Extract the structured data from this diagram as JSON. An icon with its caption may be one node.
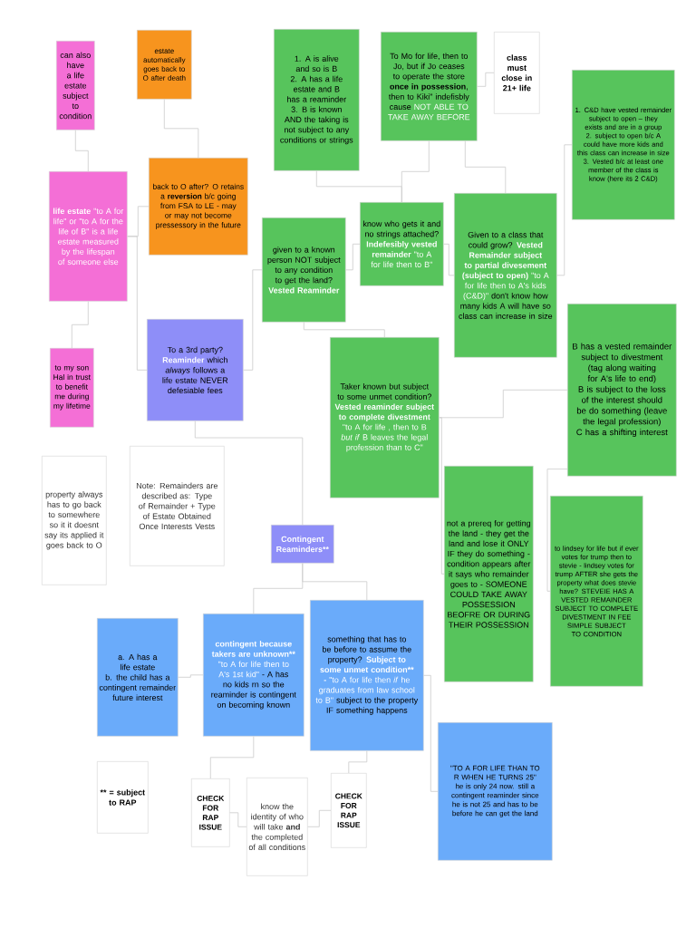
{
  "diagram": {
    "nodes": [
      {
        "text": [
          "can also have a life estate subject to condition"
        ]
      },
      {
        "text": [
          "estate automatically goes back to O after death"
        ]
      },
      {
        "text": [
          "1. A is alive and so is B",
          "2. A has a life estate and B has a reaminder",
          "3. B is known AND the taking is not subject to any conditions or strings"
        ]
      },
      {
        "text": [
          "To Mo for life, then to Jo, but if Jo ceases to operate the store **once in possession**, then to Kiki\" indefisbly cause",
          "NOT ABLE TO TAKE AWAY BEFORE"
        ]
      },
      {
        "text": [
          "class must close in 21+ life"
        ]
      },
      {
        "text": [
          "1. C&D have vested remainder subject to open – they exists and are in a group",
          "2. subject to open b/c A could have more kids and this class can increase in size",
          "3. Vested b/c at least one member of the class is know (here its 2 C&D)"
        ]
      },
      {
        "text": [
          "**life estate** \"to A for life\" or \"to A for the life of B\" is a life estate measured by the lifespan of someone else"
        ]
      },
      {
        "text": [
          "back to O after? O retains a **reversion** b/c going from FSA to LE - may or may not become pressessory in the future"
        ]
      },
      {
        "text": [
          "given to a known person NOT subject to any condition to get the land?",
          "Vested Reaminder"
        ]
      },
      {
        "text": [
          "know who gets it and no strings attached?",
          "Indefesibly vested remainder",
          "\"to A for life then to B\""
        ]
      },
      {
        "text": [
          "Given to a class that could grow?",
          "Vested Remainder subject to partial divesement (subject to open)",
          "\"to A for life then to A's kids (C&D)\"",
          "don't know how many kids A will have so class can increase in size"
        ]
      },
      {
        "text": [
          "To a 3rd party?",
          "Reaminder",
          "which *always* follows a life estate NEVER defesiable fees"
        ]
      },
      {
        "text": [
          "Taker known but subject to some unmet condition?",
          "Vested reaminder subject to complete divestment",
          "\"to A for life , then to B *but if* B leaves the legal profession than to C\""
        ]
      },
      {
        "text": [
          "B has a vested remainder subject to divestment (tag along waiting for A's life to end)",
          "B is subject to the loss of the interest should be do something (leave the legal profession)",
          "C has a shifting interest"
        ]
      },
      {
        "text": [
          "to my son Hal in trust to benefit me during my lifetime"
        ]
      },
      {
        "text": [
          "property always has to go back to somewhere so it it doesnt say its applied it goes back to O"
        ]
      },
      {
        "text": [
          "Note: Remainders are described as: Type of Remainder + Type of Estate Obtained Once Interests Vests"
        ]
      },
      {
        "text": [
          "Contingent Reaminders**"
        ]
      },
      {
        "text": [
          "not a prereq for getting the land - they get the land and lose it ONLY IF they do something - condition appears after it says who remainder goes to - SOMEONE COULD TAKE AWAY POSSESSION BEOFRE OR DURING THEIR POSSESSION"
        ]
      },
      {
        "text": [
          "to lindsey for life but if ever votes for trump then to stevie - lindsey votes for trump AFTER she gets the property what does stevie have? STEVEIE HAS A VESTED REMAINDER SUBJECT TO COMPLETE DIVESTMENT IN FEE SIMPLE SUBJECT TO CONDITION"
        ]
      },
      {
        "text": [
          "a. A has a life estate",
          "b. the child has a contingent remainder future interest"
        ]
      },
      {
        "text": [
          "contingent because takers are unknown**",
          "\"to A for life then to A's 1st kid\"",
          "- A has no kids rn so the reaminder is contingent on becoming known"
        ]
      },
      {
        "text": [
          "something that has to be before to assume the property?",
          "Subject to some unmet condition** -",
          "\"to A for life then *if* he graduates from law school to B\"",
          "subject to the property IF something happens"
        ]
      },
      {
        "text": [
          "** = subject to RAP"
        ]
      },
      {
        "text": [
          "CHECK FOR RAP ISSUE"
        ]
      },
      {
        "text": [
          "know the identity of who will take **and** the completed of all conditions"
        ]
      },
      {
        "text": [
          "CHECK FOR RAP ISSUE"
        ]
      },
      {
        "text": [
          "\"TO A FOR LIFE THAN TO R WHEN HE TURNS 25\" he is only 24 now. still a contingent reaminder since he is not 25 and has to be before he can get the land"
        ]
      }
    ],
    "edges": [
      {
        "from": 0,
        "to": 6,
        "arrow": "none"
      },
      {
        "from": 1,
        "to": 7,
        "arrow": "none"
      },
      {
        "from": 6,
        "to": 7,
        "arrow": "none"
      },
      {
        "from": 6,
        "to": 14,
        "arrow": "none"
      },
      {
        "from": 6,
        "to": 11,
        "arrow": "none"
      },
      {
        "from": 8,
        "to": 11,
        "arrow": "none"
      },
      {
        "from": 8,
        "to": 9,
        "arrow": "none"
      },
      {
        "from": 2,
        "to": 9,
        "arrow": "none"
      },
      {
        "from": 3,
        "to": 9,
        "arrow": "none"
      },
      {
        "from": 3,
        "to": 10,
        "arrow": "none"
      },
      {
        "from": 3,
        "to": 4,
        "arrow": "none"
      },
      {
        "from": 9,
        "to": 10,
        "arrow": "none"
      },
      {
        "from": 10,
        "to": 5,
        "arrow": "none"
      },
      {
        "from": 8,
        "to": 12,
        "arrow": "none"
      },
      {
        "from": 12,
        "to": 13,
        "arrow": "none"
      },
      {
        "from": 12,
        "to": 18,
        "arrow": "none"
      },
      {
        "from": 13,
        "to": 19,
        "arrow": "none"
      },
      {
        "from": 11,
        "to": 17,
        "arrow": "none"
      },
      {
        "from": 17,
        "to": 21,
        "arrow": "none"
      },
      {
        "from": 17,
        "to": 22,
        "arrow": "none"
      },
      {
        "from": 20,
        "to": 21,
        "arrow": "none"
      },
      {
        "from": 21,
        "to": 24,
        "arrow": "none"
      },
      {
        "from": 24,
        "to": 25,
        "arrow": "none"
      },
      {
        "from": 25,
        "to": 26,
        "arrow": "none"
      },
      {
        "from": 22,
        "to": 26,
        "arrow": "none"
      },
      {
        "from": 22,
        "to": 27,
        "arrow": "none"
      }
    ]
  }
}
